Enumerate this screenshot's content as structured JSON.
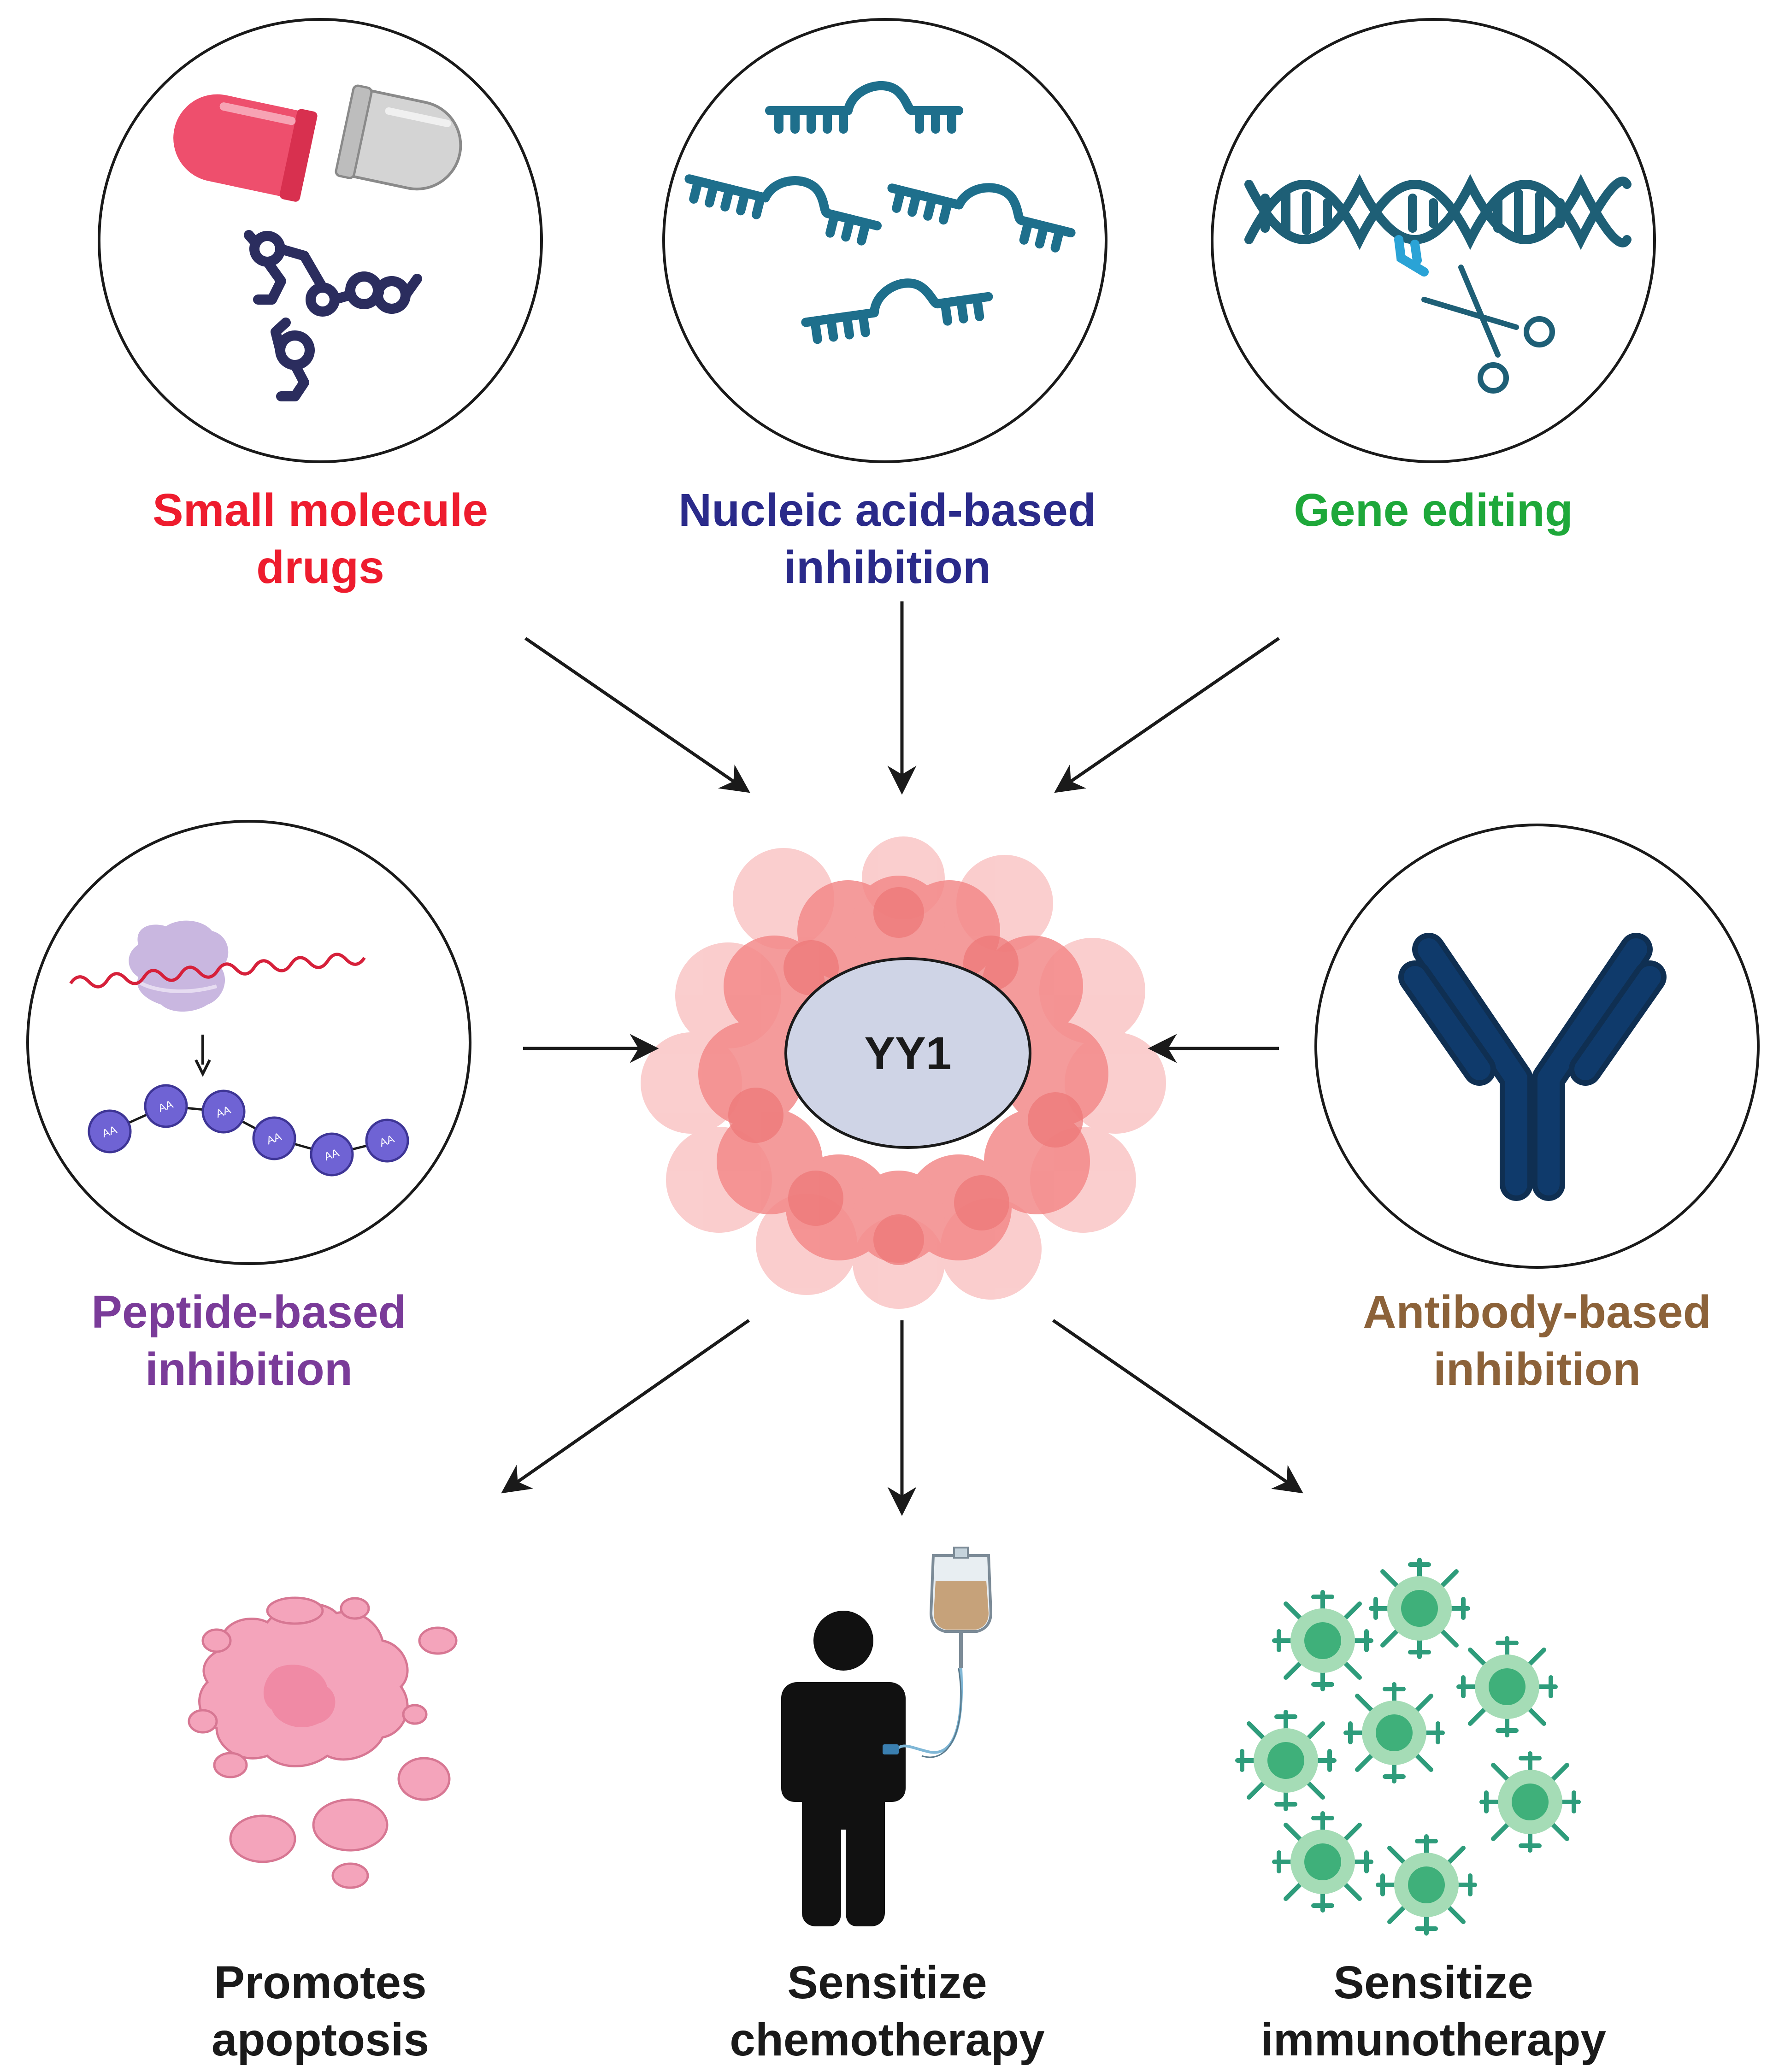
{
  "center": {
    "label": "YY1"
  },
  "nodes": {
    "small_molecule": {
      "line1": "Small molecule",
      "line2": "drugs",
      "color": "#ee1c2e"
    },
    "nucleic_acid": {
      "line1": "Nucleic acid-based",
      "line2": "inhibition",
      "color": "#2a2a8a"
    },
    "gene_editing": {
      "line1": "Gene editing",
      "color": "#1ea83a"
    },
    "peptide": {
      "line1": "Peptide-based",
      "line2": "inhibition",
      "color": "#7a3b99"
    },
    "antibody": {
      "line1": "Antibody-based",
      "line2": "inhibition",
      "color": "#8c6239"
    },
    "apoptosis": {
      "line1": "Promotes",
      "line2": "apoptosis",
      "color": "#1a1a1a"
    },
    "chemo": {
      "line1": "Sensitize",
      "line2": "chemotherapy",
      "color": "#1a1a1a"
    },
    "immuno": {
      "line1": "Sensitize",
      "line2": "immunotherapy",
      "color": "#1a1a1a"
    }
  },
  "peptide_beads": [
    "AA",
    "AA",
    "AA",
    "AA",
    "AA",
    "AA"
  ],
  "icons": {
    "small_molecule": "capsule-and-molecules-icon",
    "nucleic_acid": "rna-strands-icon",
    "gene_editing": "dna-scissors-icon",
    "peptide": "ribosome-peptide-icon",
    "antibody": "antibody-icon",
    "tumor": "tumor-cell-cluster-icon",
    "apoptosis": "apoptotic-cell-icon",
    "chemo": "patient-iv-drip-icon",
    "immuno": "immune-cells-icon"
  }
}
